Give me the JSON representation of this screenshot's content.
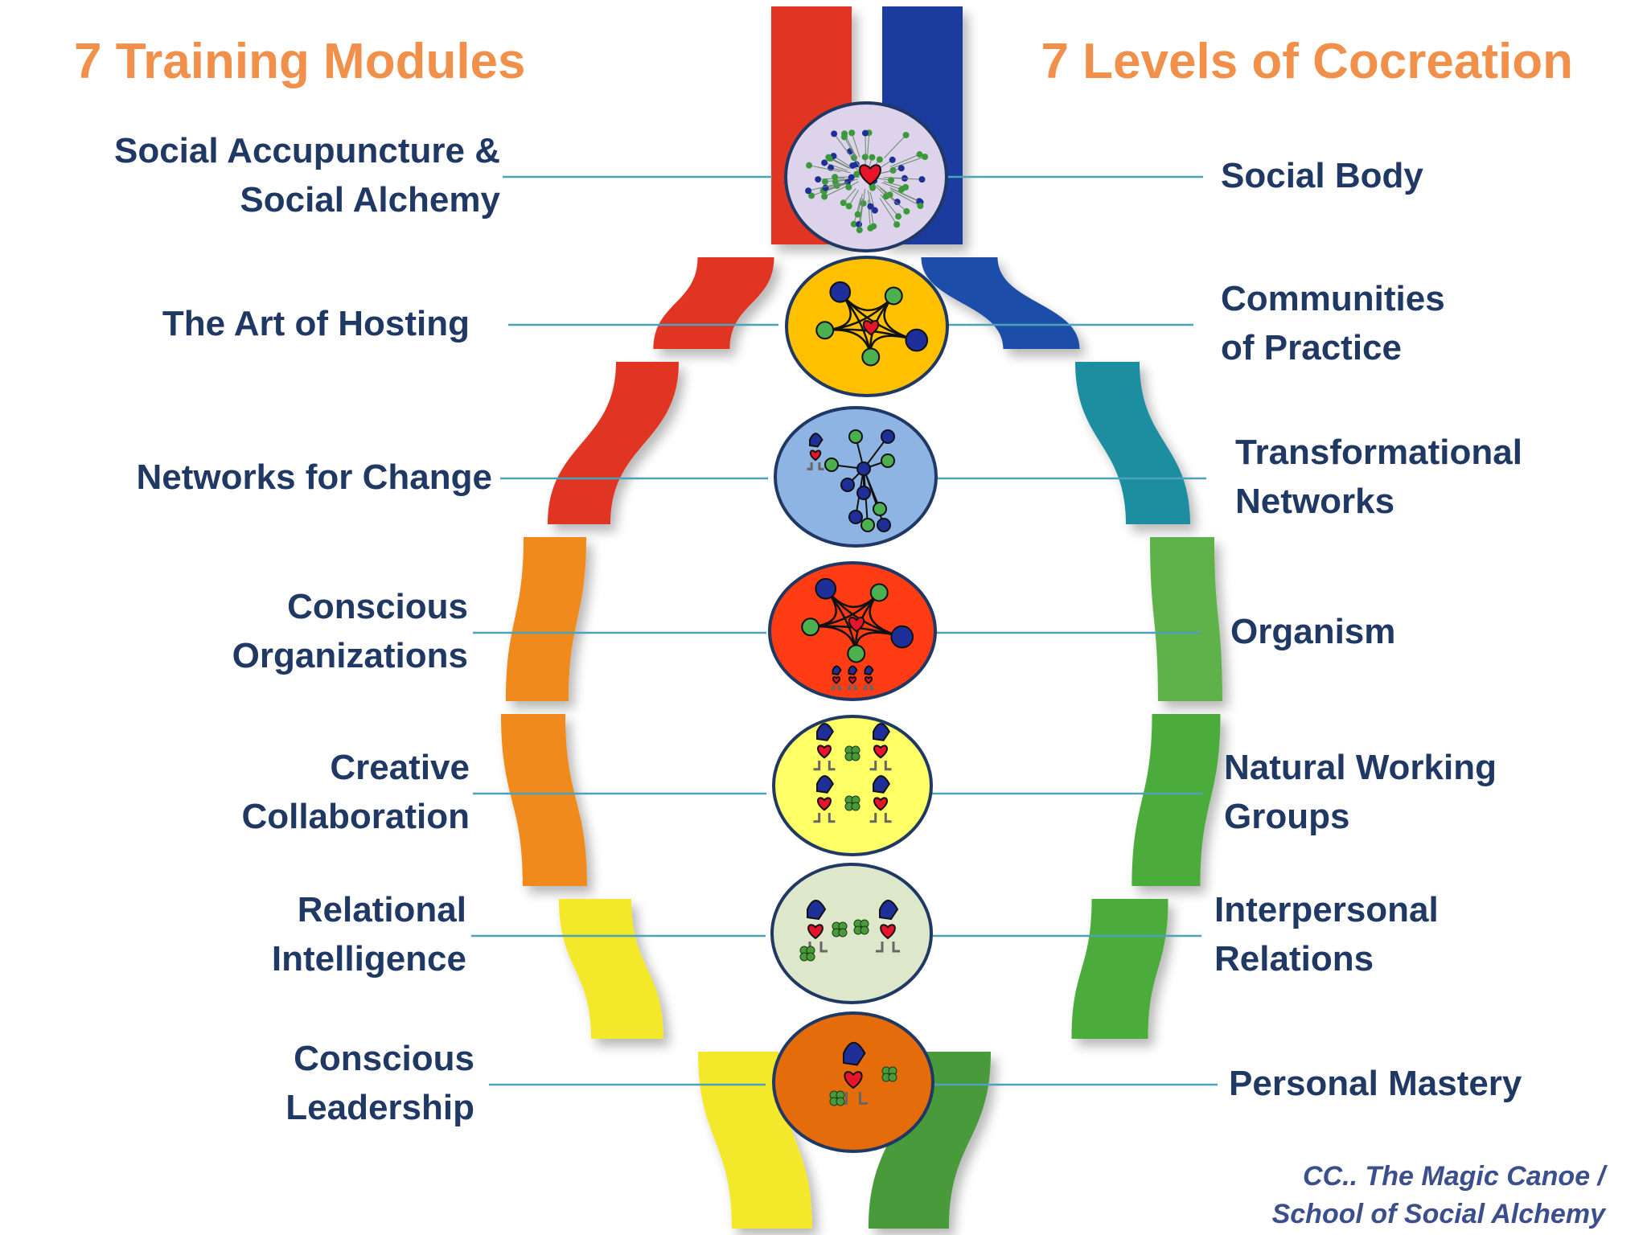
{
  "titles": {
    "left": "7 Training Modules",
    "right": "7 Levels of Cocreation"
  },
  "modules": [
    {
      "lines": [
        "Social Accupuncture &",
        "Social Alchemy"
      ]
    },
    {
      "lines": [
        "The Art of Hosting"
      ]
    },
    {
      "lines": [
        "Networks for Change"
      ]
    },
    {
      "lines": [
        "Conscious",
        "Organizations"
      ]
    },
    {
      "lines": [
        "Creative",
        "Collaboration"
      ]
    },
    {
      "lines": [
        "Relational",
        "Intelligence"
      ]
    },
    {
      "lines": [
        "Conscious",
        "Leadership"
      ]
    }
  ],
  "levels": [
    {
      "lines": [
        "Social Body"
      ]
    },
    {
      "lines": [
        "Communities",
        "of Practice"
      ]
    },
    {
      "lines": [
        "Transformational",
        "Networks"
      ]
    },
    {
      "lines": [
        "Organism"
      ]
    },
    {
      "lines": [
        "Natural Working",
        "Groups"
      ]
    },
    {
      "lines": [
        "Interpersonal",
        "Relations"
      ]
    },
    {
      "lines": [
        "Personal Mastery"
      ]
    }
  ],
  "emblems": [
    {
      "fill": "#ddd3ea",
      "motif": "dense-network-heart-icon"
    },
    {
      "fill": "#ffc000",
      "motif": "network-heart-icon"
    },
    {
      "fill": "#8db4e2",
      "motif": "branching-network-icon"
    },
    {
      "fill": "#ff3c14",
      "motif": "network-heart-people-icon"
    },
    {
      "fill": "#ffff66",
      "motif": "four-people-icon"
    },
    {
      "fill": "#dde8cb",
      "motif": "two-people-icon"
    },
    {
      "fill": "#e46c0a",
      "motif": "one-person-icon"
    }
  ],
  "colors": {
    "title": "#f0904a",
    "label_text": "#1f3864",
    "credit_text": "#3a4f8c",
    "connector": "#4aa3b8",
    "left_strand": [
      "#e03524",
      "#e03524",
      "#e03524",
      "#f08a1e",
      "#f08a1e",
      "#f4e82a",
      "#f4e82a"
    ],
    "right_strand": [
      "#1f3b9e",
      "#1f4ea8",
      "#1f8ea0",
      "#5fb24a",
      "#4cab3a",
      "#4cab3a",
      "#4a9a3a"
    ]
  },
  "credit": [
    "CC.. The Magic Canoe /",
    "School of Social Alchemy"
  ]
}
